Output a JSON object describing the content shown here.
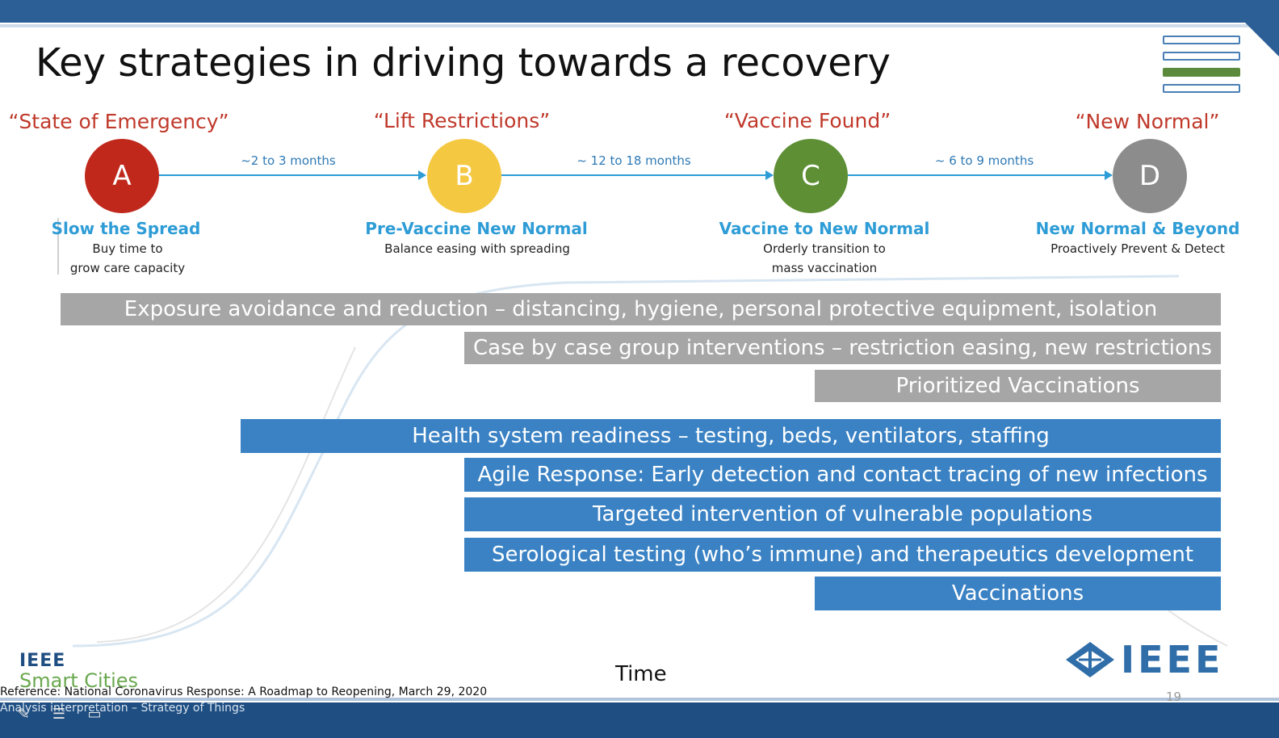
{
  "slide": {
    "title": "Key strategies in driving towards a recovery",
    "page_number": "19",
    "time_label": "Time",
    "reference": "Reference: National Coronavirus Response: A Roadmap to Reopening, March 29, 2020",
    "reference_2": "Analysis interpretation – Strategy of Things"
  },
  "stages": [
    {
      "quote": "“State of Emergency”",
      "letter": "A",
      "color": "#c0281c",
      "name": "Slow the Spread",
      "desc_1": "Buy time to",
      "desc_2": "grow care capacity"
    },
    {
      "quote": "“Lift Restrictions”",
      "letter": "B",
      "color": "#f5c842",
      "name": "Pre-Vaccine New Normal",
      "desc_1": "Balance easing with spreading",
      "desc_2": ""
    },
    {
      "quote": "“Vaccine Found”",
      "letter": "C",
      "color": "#5e8f35",
      "name": "Vaccine to New Normal",
      "desc_1": "Orderly transition to",
      "desc_2": "mass vaccination"
    },
    {
      "quote": "“New Normal”",
      "letter": "D",
      "color": "#8c8c8c",
      "name": "New Normal & Beyond",
      "desc_1": "Proactively Prevent & Detect",
      "desc_2": ""
    }
  ],
  "durations": [
    "~2 to 3 months",
    "~ 12 to 18 months",
    "~ 6 to 9 months"
  ],
  "gray_bars": [
    "Exposure avoidance and reduction – distancing, hygiene, personal protective equipment, isolation",
    "Case by case group interventions – restriction easing, new restrictions",
    "Prioritized Vaccinations"
  ],
  "blue_bars": [
    "Health system readiness – testing, beds, ventilators, staffing",
    "Agile Response: Early detection and contact tracing of new infections",
    "Targeted intervention of vulnerable populations",
    "Serological testing (who’s immune) and therapeutics development",
    "Vaccinations"
  ],
  "logos": {
    "ieee_smart_cities_top": "IEEE",
    "ieee_smart_cities_bottom": "Smart Cities",
    "ieee": "IEEE"
  },
  "colors": {
    "gray_bar": "#a6a6a6",
    "blue_bar": "#3a82c4",
    "accent_red": "#c0392b",
    "accent_blue": "#2e9cd6",
    "band": "#2b5f96"
  },
  "toolbar_icons": [
    "pen-icon",
    "notes-icon",
    "screen-icon"
  ]
}
